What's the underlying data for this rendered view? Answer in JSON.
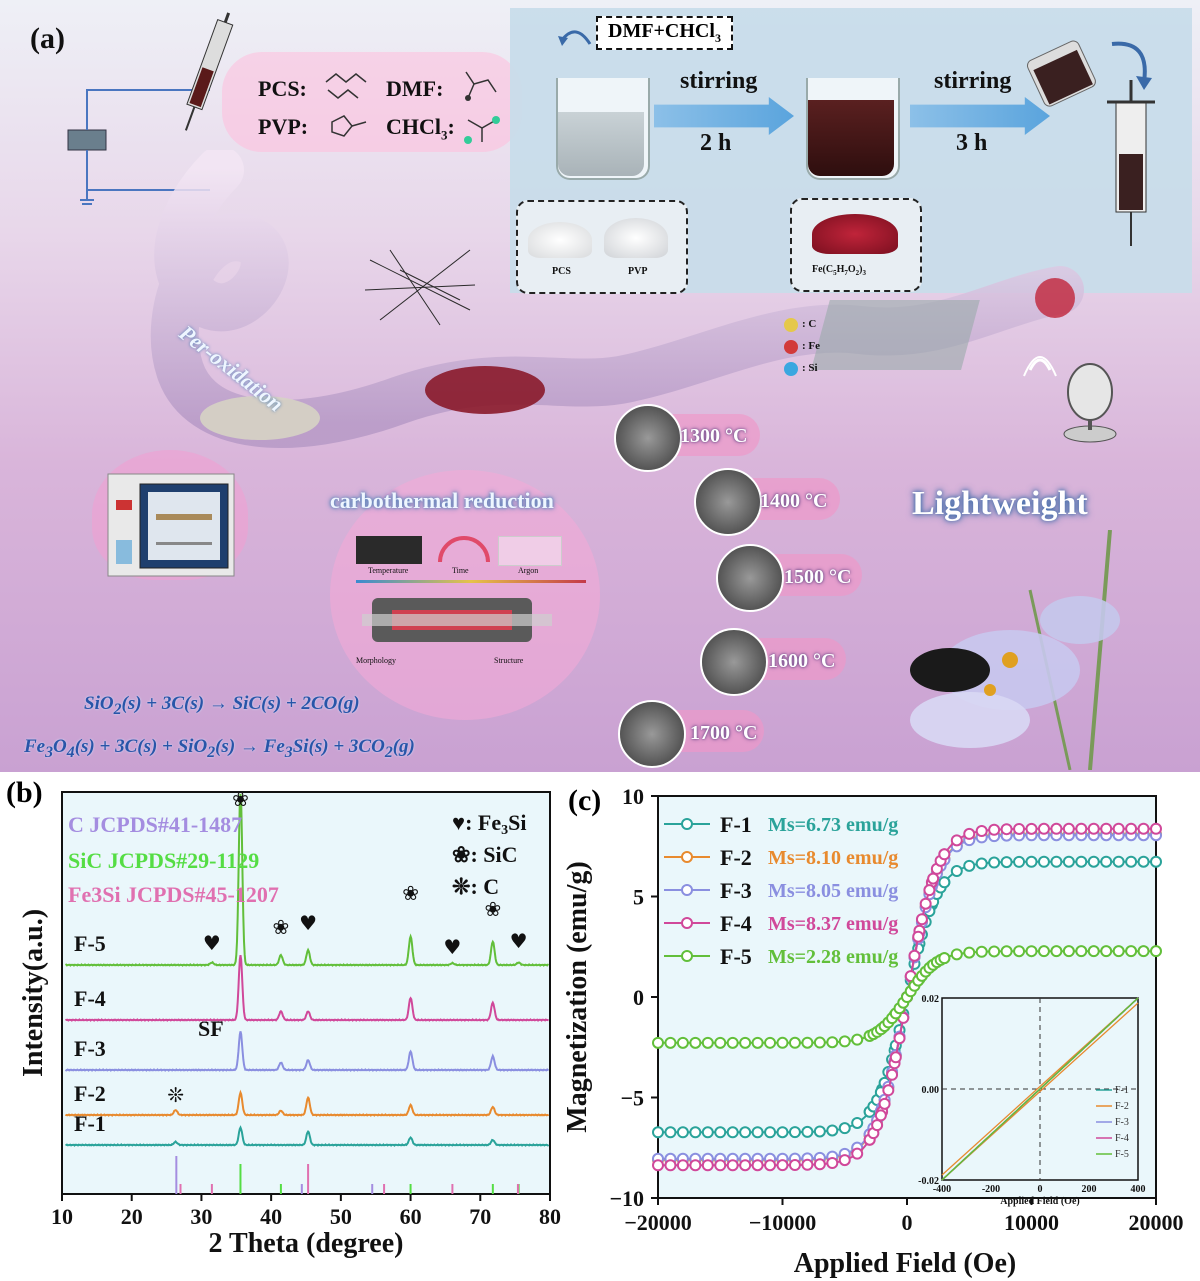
{
  "panel_a": {
    "label": "(a)",
    "solvent_box": "DMF+CHCl3",
    "chem_labels": {
      "pcs": "PCS:",
      "pvp": "PVP:",
      "dmf": "DMF:",
      "chcl3": "CHCl3:"
    },
    "steps": [
      {
        "action": "stirring",
        "time": "2 h"
      },
      {
        "action": "stirring",
        "time": "3 h"
      }
    ],
    "powders": {
      "pcs": "PCS",
      "pvp": "PVP",
      "fe": "Fe(C5H7O2)3"
    },
    "element_legend": [
      {
        "label": ": C",
        "color": "#e5c84a"
      },
      {
        "label": ": Fe",
        "color": "#d23a3a"
      },
      {
        "label": ": Si",
        "color": "#3aa7e0"
      }
    ],
    "peroxidation": "Per-oxidation",
    "carbothermal": "carbothermal reduction",
    "furnace_labels": {
      "temperature": "Temperature",
      "time": "Time",
      "argon": "Argon",
      "morphology": "Morphology",
      "structure": "Structure"
    },
    "temperatures": [
      "1300 °C",
      "1400 °C",
      "1500 °C",
      "1600 °C",
      "1700 °C"
    ],
    "lightweight": "Lightweight",
    "equations": [
      "SiO2(s) + 3C(s) → SiC(s) + 2CO(g)",
      "Fe3O4(s) + 3C(s) + SiO2(s) → Fe3Si(s) + 3CO2(g)"
    ]
  },
  "panel_b": {
    "label": "(b)",
    "pdf_refs": [
      {
        "text": "C JCPDS#41-1487",
        "color": "#a48de0"
      },
      {
        "text": "SiC JCPDS#29-1129",
        "color": "#55dd44"
      },
      {
        "text": "Fe3Si JCPDS#45-1207",
        "color": "#e070b0"
      }
    ],
    "symbol_legend": [
      {
        "symbol": "♥",
        "text": ": Fe3Si"
      },
      {
        "symbol": "❀",
        "text": ": SiC"
      },
      {
        "symbol": "❊",
        "text": ": C"
      }
    ],
    "sf_label": "SF"
  },
  "panel_c": {
    "label": "(c)"
  },
  "chart_data": [
    {
      "type": "line",
      "panel": "(b)",
      "xlabel": "2 Theta (degree)",
      "ylabel": "Intensity(a.u.)",
      "xlim": [
        10,
        80
      ],
      "xticks": [
        10,
        20,
        30,
        40,
        50,
        60,
        70,
        80
      ],
      "series": [
        {
          "name": "F-1",
          "color": "#2aa39a",
          "offset": 0,
          "peaks": [
            [
              26.3,
              0.05
            ],
            [
              35.6,
              0.28
            ],
            [
              45.3,
              0.22
            ],
            [
              60.0,
              0.12
            ],
            [
              71.8,
              0.08
            ]
          ]
        },
        {
          "name": "F-2",
          "color": "#e88a2e",
          "offset": 1,
          "peaks": [
            [
              26.3,
              0.08
            ],
            [
              35.6,
              0.36
            ],
            [
              41.4,
              0.07
            ],
            [
              45.3,
              0.28
            ],
            [
              60.0,
              0.16
            ],
            [
              71.8,
              0.13
            ]
          ]
        },
        {
          "name": "F-3",
          "color": "#8a8fe0",
          "offset": 2,
          "peaks": [
            [
              35.6,
              0.62
            ],
            [
              41.4,
              0.12
            ],
            [
              45.3,
              0.16
            ],
            [
              60.0,
              0.3
            ],
            [
              71.8,
              0.22
            ]
          ]
        },
        {
          "name": "F-4",
          "color": "#d0489a",
          "offset": 3,
          "peaks": [
            [
              35.6,
              1.05
            ],
            [
              41.4,
              0.14
            ],
            [
              45.3,
              0.14
            ],
            [
              60.0,
              0.36
            ],
            [
              71.8,
              0.28
            ]
          ]
        },
        {
          "name": "F-5",
          "color": "#62bf3a",
          "offset": 4,
          "peaks": [
            [
              31.5,
              0.04
            ],
            [
              35.6,
              2.85
            ],
            [
              41.4,
              0.16
            ],
            [
              45.3,
              0.24
            ],
            [
              60.0,
              0.46
            ],
            [
              66.0,
              0.03
            ],
            [
              71.8,
              0.38
            ],
            [
              75.5,
              0.04
            ]
          ]
        }
      ],
      "reference_ticks": {
        "C": {
          "color": "#a48de0",
          "positions": [
            26.4,
            44.4,
            54.5
          ]
        },
        "SiC": {
          "color": "#55dd44",
          "positions": [
            35.6,
            41.4,
            60.0,
            71.8,
            75.5
          ]
        },
        "Fe3Si": {
          "color": "#e070b0",
          "positions": [
            27.0,
            31.5,
            45.3,
            56.2,
            66.0,
            75.4
          ]
        }
      },
      "peak_markers": [
        {
          "symbol": "❀",
          "x": 35.6,
          "series": "F-5"
        },
        {
          "symbol": "♥",
          "x": 31.5,
          "series": "F-5"
        },
        {
          "symbol": "❀",
          "x": 41.4,
          "series": "F-5"
        },
        {
          "symbol": "♥",
          "x": 45.3,
          "series": "F-5"
        },
        {
          "symbol": "❀",
          "x": 60.0,
          "series": "F-5"
        },
        {
          "symbol": "♥",
          "x": 66.0,
          "series": "F-5"
        },
        {
          "symbol": "❀",
          "x": 71.8,
          "series": "F-5"
        },
        {
          "symbol": "♥",
          "x": 75.5,
          "series": "F-5"
        },
        {
          "symbol": "❊",
          "x": 26.3,
          "series": "F-2"
        }
      ]
    },
    {
      "type": "line",
      "panel": "(c)",
      "xlabel": "Applied Field (Oe)",
      "ylabel": "Magnetization (emu/g)",
      "xlim": [
        -20000,
        20000
      ],
      "ylim": [
        -10,
        10
      ],
      "xticks": [
        -20000,
        -10000,
        0,
        10000,
        20000
      ],
      "yticks": [
        -10,
        -5,
        0,
        5,
        10
      ],
      "series": [
        {
          "name": "F-1",
          "ms_label": "Ms=6.73 emu/g",
          "ms": 6.73,
          "color": "#2aa39a"
        },
        {
          "name": "F-2",
          "ms_label": "Ms=8.10 emu/g",
          "ms": 8.1,
          "color": "#e88a2e"
        },
        {
          "name": "F-3",
          "ms_label": "Ms=8.05 emu/g",
          "ms": 8.05,
          "color": "#8a8fe0"
        },
        {
          "name": "F-4",
          "ms_label": "Ms=8.37 emu/g",
          "ms": 8.37,
          "color": "#d0489a"
        },
        {
          "name": "F-5",
          "ms_label": "Ms=2.28 emu/g",
          "ms": 2.28,
          "color": "#62bf3a"
        }
      ],
      "inset": {
        "xlabel": "Applied Field (Oe)",
        "xlim": [
          -400,
          400
        ],
        "ylim": [
          -0.02,
          0.02
        ],
        "xticks": [
          -400,
          -200,
          0,
          200,
          400
        ],
        "yticks": [
          -0.02,
          0.0,
          0.02
        ],
        "legend": [
          "F-1",
          "F-2",
          "F-3",
          "F-4",
          "F-5"
        ]
      }
    }
  ]
}
